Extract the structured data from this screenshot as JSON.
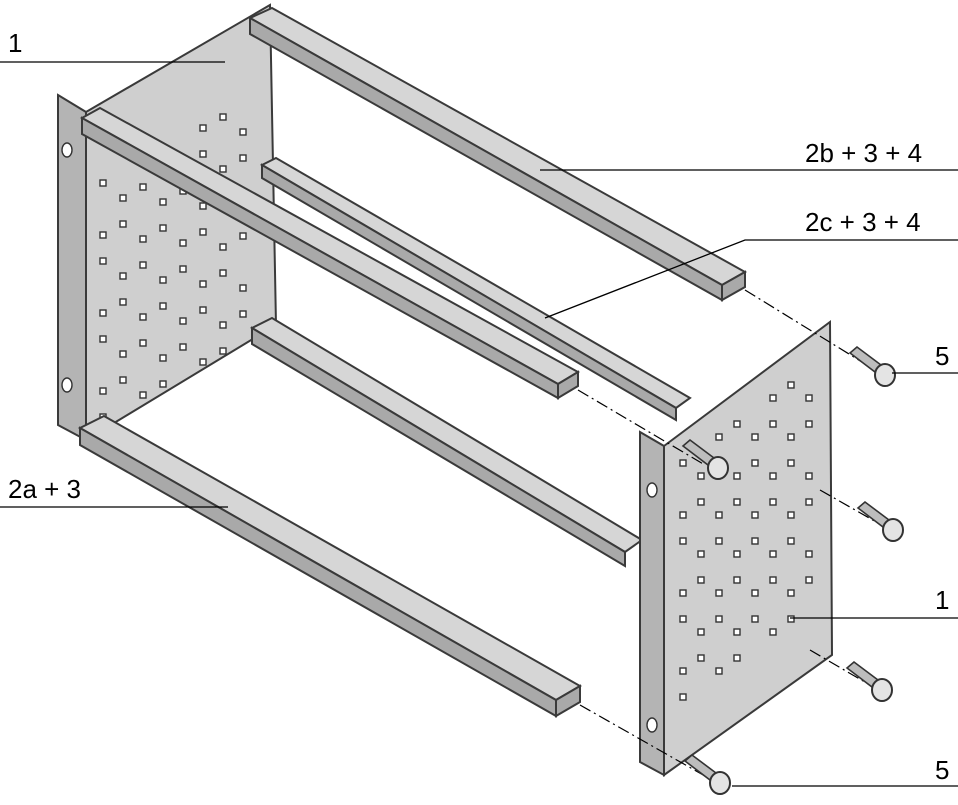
{
  "diagram": {
    "labels": {
      "part_1_top": "1",
      "part_2b": "2b + 3 + 4",
      "part_2c": "2c + 3 + 4",
      "part_5_top": "5",
      "part_2a": "2a + 3",
      "part_1_right": "1",
      "part_5_bottom": "5"
    },
    "colors": {
      "panel": "#cfcfcf",
      "rail": "#d6d6d6",
      "line": "#000000"
    }
  }
}
